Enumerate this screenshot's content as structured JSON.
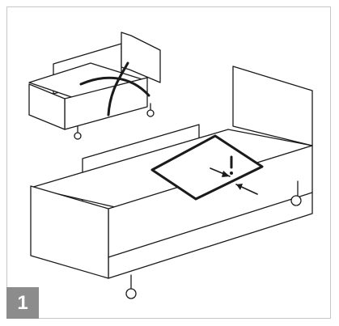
{
  "step": {
    "number": "1"
  },
  "colors": {
    "line": "#1a1a1a",
    "frame_border": "#c7c7c7",
    "badge_background": "#8c8c8c",
    "badge_text": "#ffffff"
  },
  "illustration": {
    "small_bed_icon": "crossed-out-incorrect-position",
    "large_bed_icon": "correct-position-with-marked-area",
    "warning_icon": "exclamation-mark",
    "pointer_icons": [
      "arrow-pointing-in",
      "arrow-pointing-in"
    ]
  }
}
